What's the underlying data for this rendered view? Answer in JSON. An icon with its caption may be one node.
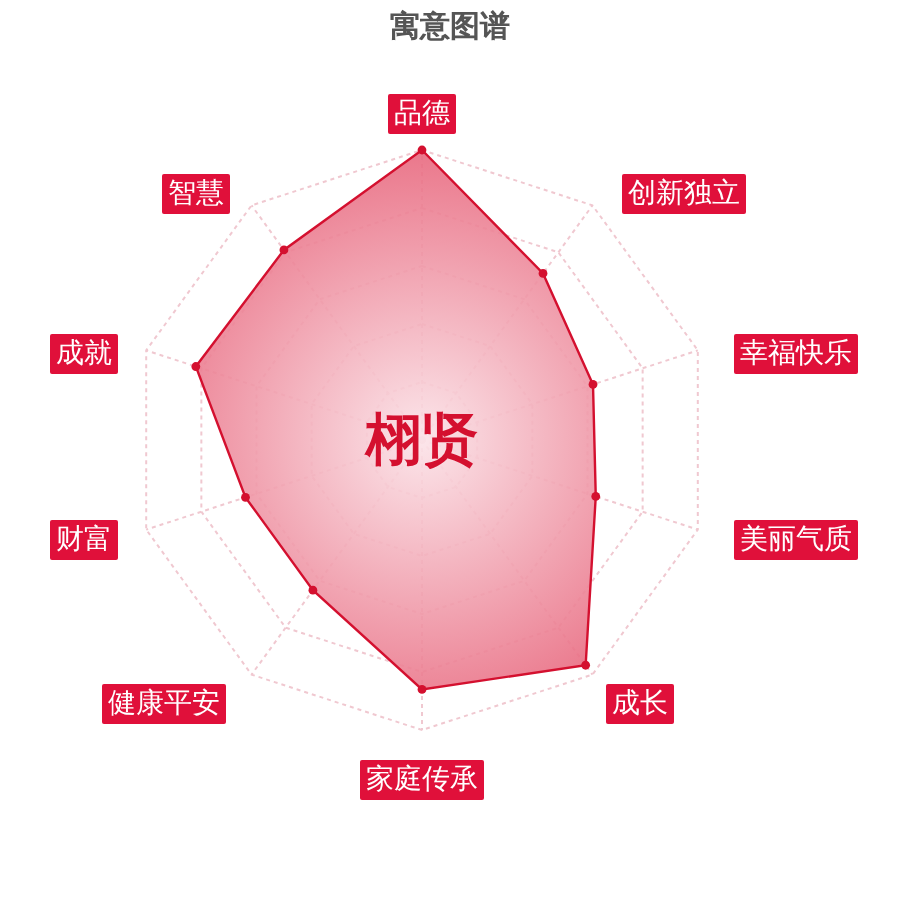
{
  "diagram": {
    "title": "寓意图谱",
    "labels": [
      "品德",
      "创新独立",
      "幸福快乐",
      "美丽气质",
      "成长",
      "家庭传承",
      "健康平安",
      "财富",
      "成就",
      "智慧",
      "栩贤"
    ]
  }
}
